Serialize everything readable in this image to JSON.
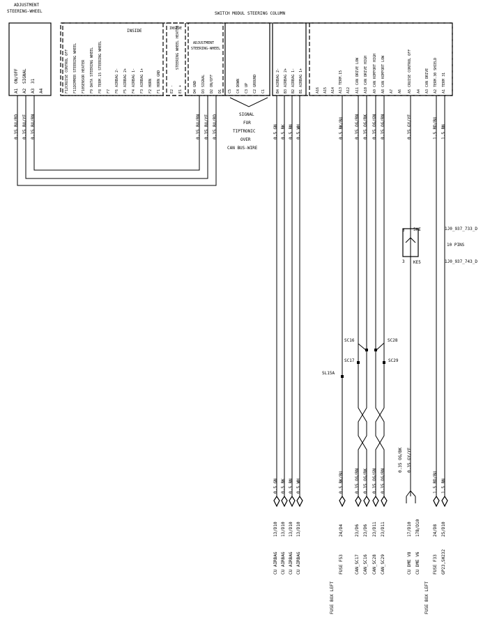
{
  "header": {
    "adjustment_title": [
      "ADJUSTMENT",
      "STEERING-WHEEL"
    ],
    "switch_title": "SWITCH MODUL STEERING COLUMN"
  },
  "modules": {
    "adjustment_labels": [
      "ON/OFF",
      "SIGNAL",
      "31",
      ""
    ],
    "adjustment_pins": [
      "A1",
      "A2",
      "A3",
      "A4"
    ],
    "f_group_title": "INSIDE",
    "f_group_labels": [
      "F12CRUISE CONTROL OFF",
      "F11DIMMER STEERING WHEEL",
      "F10SENSOR HEATER",
      "F9 DATA STEERING WHEEL",
      "F8 TERM.15 STEERING WHEEL",
      "F7",
      "F6 AIRBAG 2-",
      "F5 AIRBAG 2+",
      "F4 AIRBAG 1-",
      "F3 AIRBAG 1+",
      "F2 HORN",
      "F1 HORN GND"
    ],
    "e_group_title": "INSIDE",
    "e_group_label": "STEERING WHEEL HEATER",
    "e_group_pins": [
      "E2 -",
      "E1 +"
    ],
    "d_group_title": [
      "ADJUSTMENT",
      "STEERING-WHEEL"
    ],
    "d_group_labels": [
      "D4 GND",
      "D3 SIGNAL",
      "D2 ON/OFF",
      "D1"
    ],
    "c_group_labels": [
      "C5",
      "C4 DOWN",
      "C3 UP",
      "C2 GROUND",
      "C1"
    ],
    "tiptronic_note": [
      "SIGNAL",
      "FOR",
      "TIPTRONIC",
      "OVER",
      "CAN BUS-WIRE"
    ],
    "b_group_labels": [
      "B4 AIRBAG 2-",
      "B3 AIRBAG 2+",
      "B2 AIRBAG 1-",
      "B1 AIRBAG 1+"
    ],
    "a_group_labels": [
      "A16",
      "A15",
      "A14",
      "A13 TERM.15",
      "A12",
      "A11 CAN DRIVE LOW",
      "A10 CAN DRIVE HIGH",
      "A9 CAN KOMFORT HIGH",
      "A8 CAN KOMFORT LOW",
      "A7",
      "A6",
      "A5 CRUISE CONTROL OFF",
      "A4",
      "A3 CAN DRIVE",
      "A2 TERM.30 SHIELD",
      "A1 TERM 31"
    ]
  },
  "wires_top": {
    "left": [
      "0.35 BU/RD",
      "0.35 BU/YE",
      "0.35 BU/BN"
    ],
    "d": [
      "0.35 BU/BN",
      "0.35 BU/YE",
      "0.35 BU/RD"
    ],
    "b": [
      "0.5 GN",
      "0.5 BK",
      "0.5 BN",
      "0.5 WH"
    ],
    "a": [
      "0.5 BK/BU",
      "0.35 OG/BN",
      "0.35 OG/BK",
      "0.35 OG/GN",
      "0.35 OG/BN",
      "0.35 GY/YE",
      "1.5 RD/BU",
      "1.5 BN"
    ]
  },
  "connector": {
    "pin_top": "3",
    "pin_bottom": "3",
    "name_top": "5KE",
    "name_bottom": "KE5",
    "part_top": "1J0_937_733_D",
    "pins": "10 PINS",
    "part_bottom": "1J0_937_743_D"
  },
  "splices": [
    "SC16",
    "SC28",
    "SC17",
    "SC29",
    "SL15A"
  ],
  "wires_bottom": {
    "b": [
      "0.5 GN",
      "0.5 BK",
      "0.5 BN",
      "0.5 WH"
    ],
    "a": [
      "0.5 BK/BU",
      "0.35 OG/BN",
      "0.35 OG/BK",
      "0.35 OG/GN",
      "0.35 OG/BN",
      "1.5 RD/BU",
      "1.5 BN"
    ],
    "cruise": [
      "0.35 OG/BK",
      "0.35 GY/YE"
    ]
  },
  "terminals": {
    "refs": [
      "13/D10",
      "13/D10",
      "13/D10",
      "13/D10",
      "24/D4",
      "23/D6",
      "23/D6",
      "23/D11",
      "23/D11",
      "17/D10",
      "17B/D10",
      "24/D8",
      "25/D10"
    ],
    "dest": [
      "CU AIRBAG",
      "CU AIRBAG",
      "CU AIRBAG",
      "CU AIRBAG",
      "FUSE F53",
      "CAN_SC17",
      "CAN_SC16",
      "CAN_SC28",
      "CAN_SC29",
      "CU DME V8",
      "CU DME V6",
      "FUSE F33",
      "GP23,SH232"
    ],
    "fuse_box_left": "FUSE BOX LEFT",
    "fuse_box_left_2": "FUSE BOX LEFT"
  }
}
